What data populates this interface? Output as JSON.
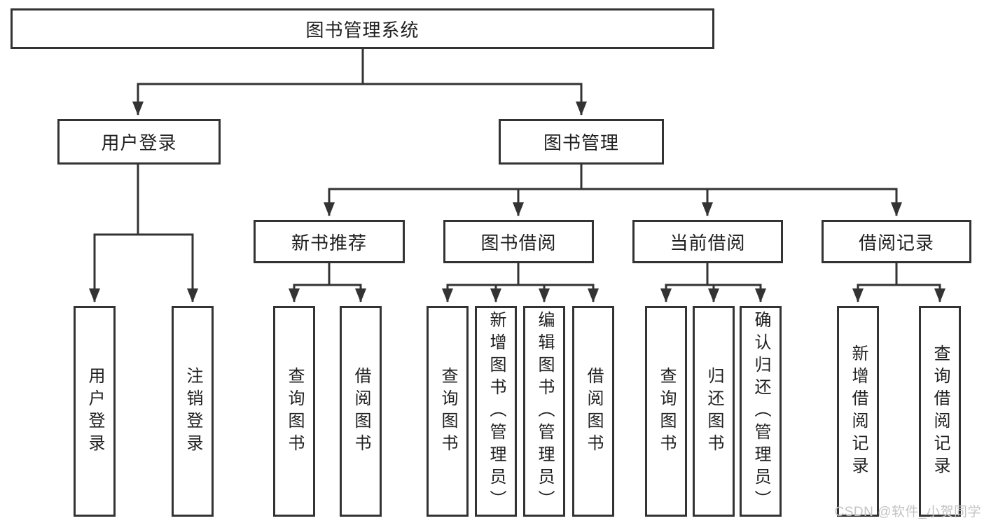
{
  "tree": {
    "label": "图书管理系统",
    "children": [
      {
        "label": "用户登录",
        "children": [
          {
            "label": "用户登录"
          },
          {
            "label": "注销登录"
          }
        ]
      },
      {
        "label": "图书管理",
        "children": [
          {
            "label": "新书推荐",
            "children": [
              {
                "label": "查询图书"
              },
              {
                "label": "借阅图书"
              }
            ]
          },
          {
            "label": "图书借阅",
            "children": [
              {
                "label": "查询图书"
              },
              {
                "label": "新增图书（管理员）"
              },
              {
                "label": "编辑图书（管理员）"
              },
              {
                "label": "借阅图书"
              }
            ]
          },
          {
            "label": "当前借阅",
            "children": [
              {
                "label": "查询图书"
              },
              {
                "label": "归还图书"
              },
              {
                "label": "确认归还（管理员）"
              }
            ]
          },
          {
            "label": "借阅记录",
            "children": [
              {
                "label": "新增借阅记录"
              },
              {
                "label": "查询借阅记录"
              }
            ]
          }
        ]
      }
    ]
  },
  "watermark": {
    "text": "CSDN @软件_小贺同学"
  },
  "colors": {
    "line": "#333333",
    "box_fill": "#ffffff",
    "text": "#1f1f1f",
    "watermark": "#c4c3c3"
  }
}
